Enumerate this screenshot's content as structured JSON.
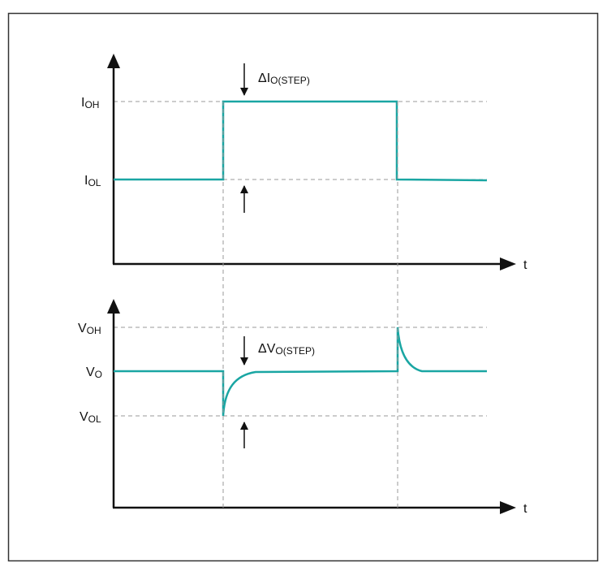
{
  "colors": {
    "trace": "#1aa6a3",
    "axis": "#111111",
    "guide": "#9a9a9a",
    "frame": "#333333"
  },
  "current_plot": {
    "levels": {
      "high": {
        "main": "I",
        "sub": "OH"
      },
      "low": {
        "main": "I",
        "sub": "OL"
      }
    },
    "step_label": {
      "main": "ΔI",
      "sub": "O(STEP)"
    },
    "time_axis_label": "t"
  },
  "voltage_plot": {
    "levels": {
      "high": {
        "main": "V",
        "sub": "OH"
      },
      "nominal": {
        "main": "V",
        "sub": "O"
      },
      "low": {
        "main": "V",
        "sub": "OL"
      }
    },
    "step_label": {
      "main": "ΔV",
      "sub": "O(STEP)"
    },
    "time_axis_label": "t"
  }
}
